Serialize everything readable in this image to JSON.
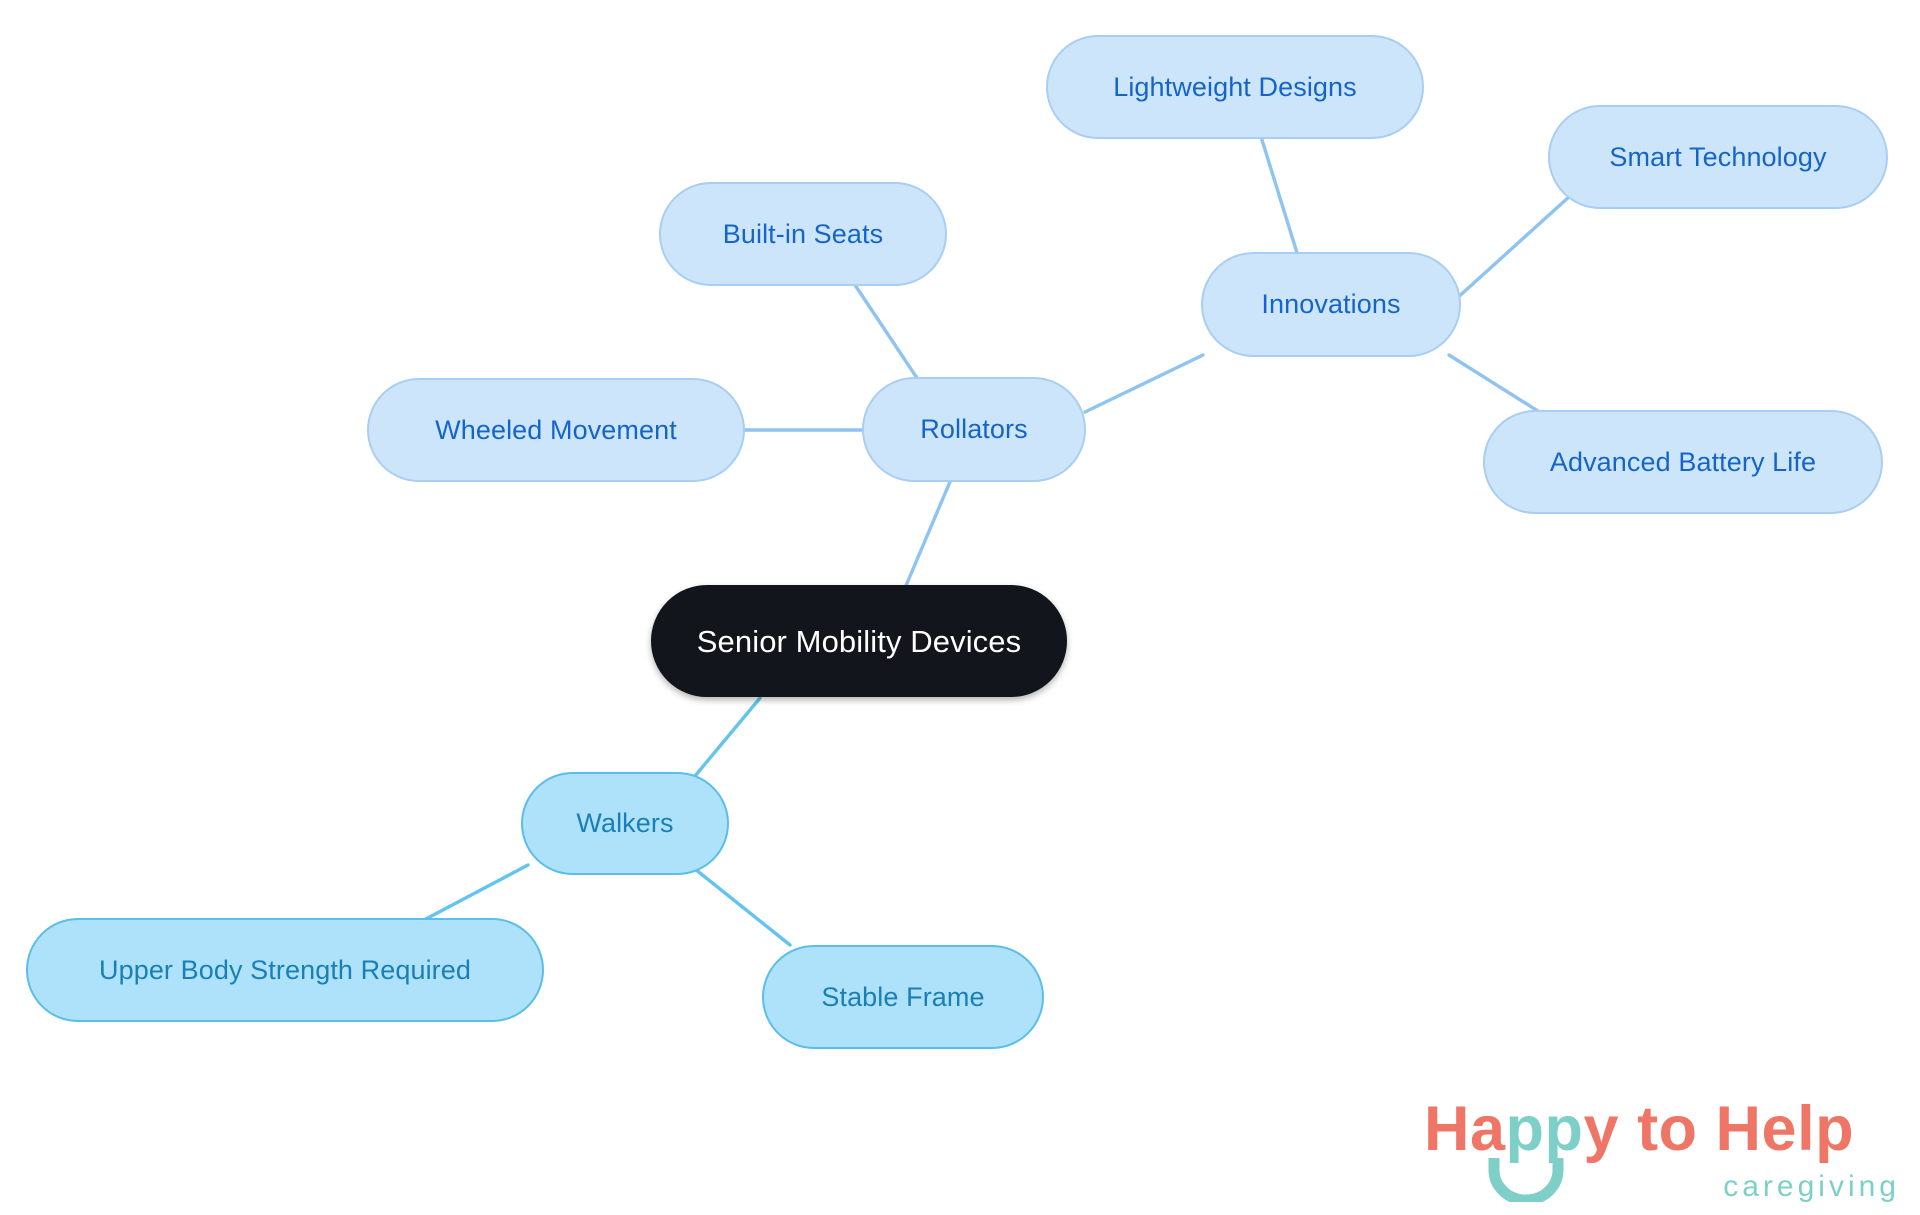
{
  "diagram": {
    "type": "mindmap",
    "background_color": "#ffffff",
    "palette": {
      "root_fill": "#12151c",
      "root_text": "#ffffff",
      "branch_a_fill": "#cde5fb",
      "branch_a_border": "#a9cef3",
      "branch_a_text": "#1565c9",
      "branch_a_edge": "#8fc3f0",
      "branch_b_fill": "#aee2fb",
      "branch_b_border": "#5bbde9",
      "branch_b_text": "#1a7fb5",
      "branch_b_edge": "#62c4ef"
    },
    "root": {
      "id": "root",
      "label": "Senior Mobility Devices"
    },
    "nodes": [
      {
        "id": "rollators",
        "label": "Rollators",
        "parent": "root",
        "palette": "a"
      },
      {
        "id": "built_seats",
        "label": "Built-in Seats",
        "parent": "rollators",
        "palette": "a"
      },
      {
        "id": "wheeled",
        "label": "Wheeled Movement",
        "parent": "rollators",
        "palette": "a"
      },
      {
        "id": "innovations",
        "label": "Innovations",
        "parent": "rollators",
        "palette": "a"
      },
      {
        "id": "lightweight",
        "label": "Lightweight Designs",
        "parent": "innovations",
        "palette": "a"
      },
      {
        "id": "smart_tech",
        "label": "Smart Technology",
        "parent": "innovations",
        "palette": "a"
      },
      {
        "id": "battery",
        "label": "Advanced Battery Life",
        "parent": "innovations",
        "palette": "a"
      },
      {
        "id": "walkers",
        "label": "Walkers",
        "parent": "root",
        "palette": "b"
      },
      {
        "id": "upper_body",
        "label": "Upper Body Strength Required",
        "parent": "walkers",
        "palette": "b"
      },
      {
        "id": "stable",
        "label": "Stable Frame",
        "parent": "walkers",
        "palette": "b"
      }
    ],
    "edges": [
      {
        "from": "root",
        "to": "rollators"
      },
      {
        "from": "rollators",
        "to": "built_seats"
      },
      {
        "from": "rollators",
        "to": "wheeled"
      },
      {
        "from": "rollators",
        "to": "innovations"
      },
      {
        "from": "innovations",
        "to": "lightweight"
      },
      {
        "from": "innovations",
        "to": "smart_tech"
      },
      {
        "from": "innovations",
        "to": "battery"
      },
      {
        "from": "root",
        "to": "walkers"
      },
      {
        "from": "walkers",
        "to": "upper_body"
      },
      {
        "from": "walkers",
        "to": "stable"
      }
    ]
  },
  "logo": {
    "word_happy": "Happy",
    "word_happy_ha": "Ha",
    "word_happy_pp": "pp",
    "word_happy_y": "y",
    "word_to_help": " to Help",
    "tagline": "caregiving",
    "coral": "#ef7566",
    "teal": "#7fcfc9"
  }
}
